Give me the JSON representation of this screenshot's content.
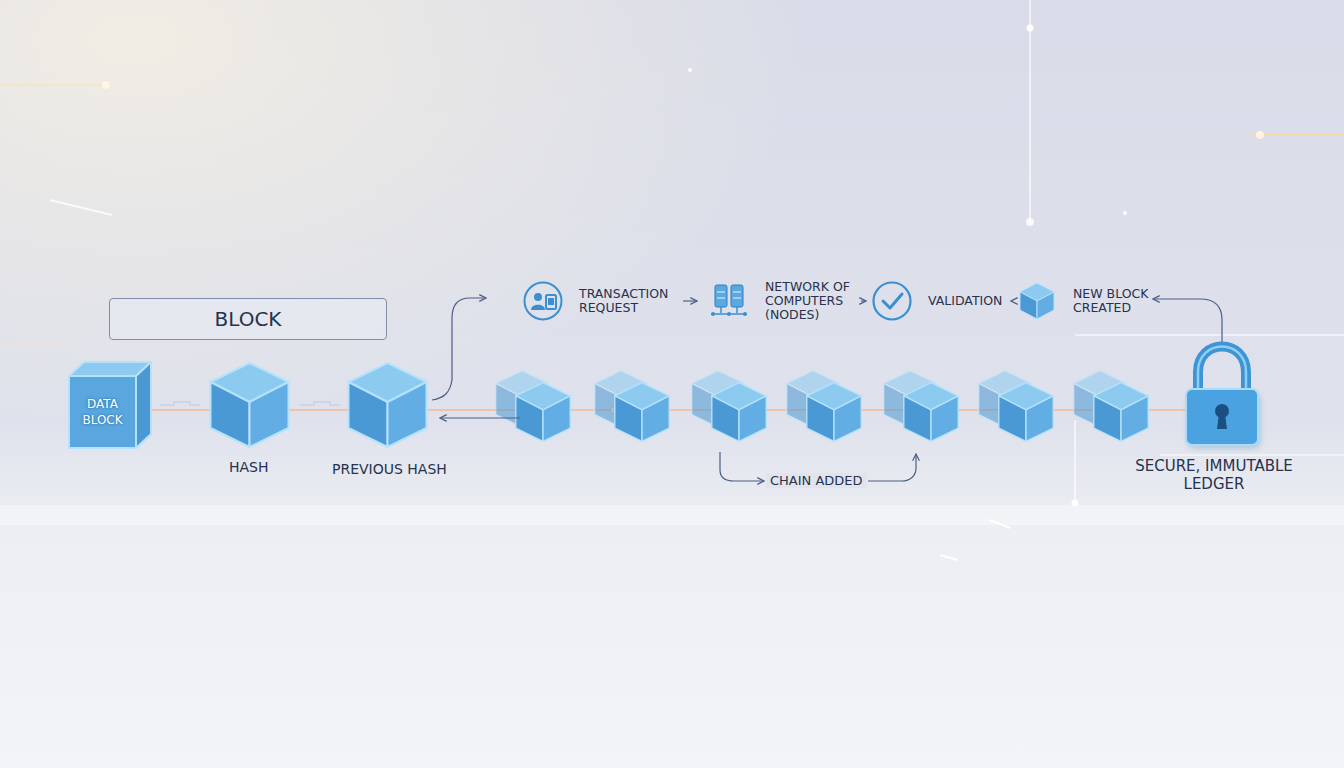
{
  "diagram": {
    "nodes": [
      {
        "text": [
          "BLOCK"
        ]
      },
      {
        "text": [
          "DATA BLOCK"
        ]
      },
      {
        "text": [
          "TRANSACTION REQUEST"
        ]
      },
      {
        "text": [
          "NETWORK OF COMPUTERS (NODES)"
        ]
      },
      {
        "text": [
          "VALIDATION"
        ]
      },
      {
        "text": [
          "NEW BLOCK CREATED"
        ]
      }
    ],
    "edges": [
      {
        "from": 2,
        "to": 3,
        "arrow": "to"
      },
      {
        "from": 3,
        "to": 4,
        "arrow": "to"
      },
      {
        "from": 4,
        "to": 5,
        "arrow": "to"
      }
    ],
    "labels": [
      "HASH",
      "PREVIOUS HASH",
      "CHAIN ADDED",
      "SECURE, IMMUTABLE LEDGER"
    ]
  }
}
